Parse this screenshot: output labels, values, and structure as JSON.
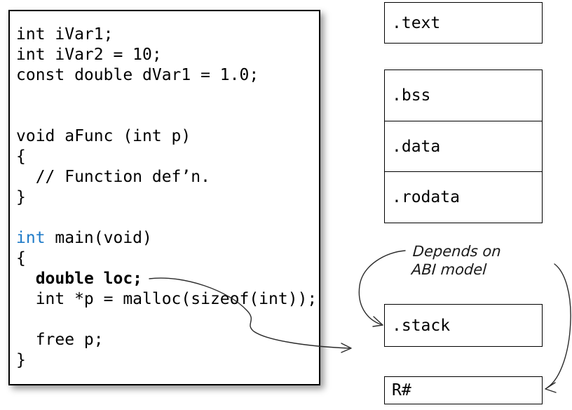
{
  "code_panel": {
    "keyword_color": "#1f7bc8",
    "lines": [
      [
        {
          "t": "int iVar1;",
          "c": ""
        }
      ],
      [
        {
          "t": "int iVar2 = 10;",
          "c": ""
        }
      ],
      [
        {
          "t": "const double dVar1 = 1.0;",
          "c": ""
        }
      ],
      [],
      [],
      [
        {
          "t": "void aFunc (int p)",
          "c": ""
        }
      ],
      [
        {
          "t": "{",
          "c": ""
        }
      ],
      [
        {
          "t": "  // Function def’n.",
          "c": ""
        }
      ],
      [
        {
          "t": "}",
          "c": ""
        }
      ],
      [],
      [
        {
          "t": "int",
          "c": "kw"
        },
        {
          "t": " main(void)",
          "c": ""
        }
      ],
      [
        {
          "t": "{",
          "c": ""
        }
      ],
      [
        {
          "t": "  ",
          "c": ""
        },
        {
          "t": "double loc;",
          "c": "b"
        }
      ],
      [
        {
          "t": "  int *p = malloc(sizeof(int));",
          "c": ""
        }
      ],
      [],
      [
        {
          "t": "  free p;",
          "c": ""
        }
      ],
      [
        {
          "t": "}",
          "c": ""
        }
      ]
    ]
  },
  "memory": {
    "text_label": ".text",
    "bss_label": ".bss",
    "data_label": ".data",
    "rodata_label": ".rodata",
    "stack_label": ".stack",
    "register_label": "R#"
  },
  "annotation": {
    "line1": "Depends on",
    "line2": "ABI model"
  }
}
